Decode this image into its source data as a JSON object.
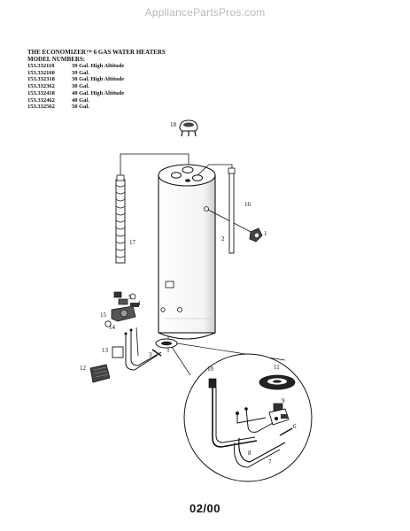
{
  "watermark": "AppliancePartsPros.com",
  "header": {
    "title": "THE ECONOMIZER™ 6 GAS WATER HEATERS",
    "subtitle": "MODEL NUMBERS:"
  },
  "models": [
    {
      "number": "153.332110",
      "desc": "39 Gal.  High Altitude"
    },
    {
      "number": "153.332160",
      "desc": "39 Gal."
    },
    {
      "number": "153.332318",
      "desc": "30 Gal.  High Altitude"
    },
    {
      "number": "153.332362",
      "desc": "30 Gal."
    },
    {
      "number": "153.332418",
      "desc": "40 Gal. High Altitude"
    },
    {
      "number": "153.332462",
      "desc": "40 Gal."
    },
    {
      "number": "153.332562",
      "desc": "50 Gal."
    }
  ],
  "callouts": [
    "18",
    "16",
    "1",
    "2",
    "17",
    "5",
    "4",
    "15",
    "14",
    "13",
    "12",
    "10",
    "11",
    "9",
    "6",
    "8",
    "7",
    "3"
  ],
  "footer": "02/00"
}
